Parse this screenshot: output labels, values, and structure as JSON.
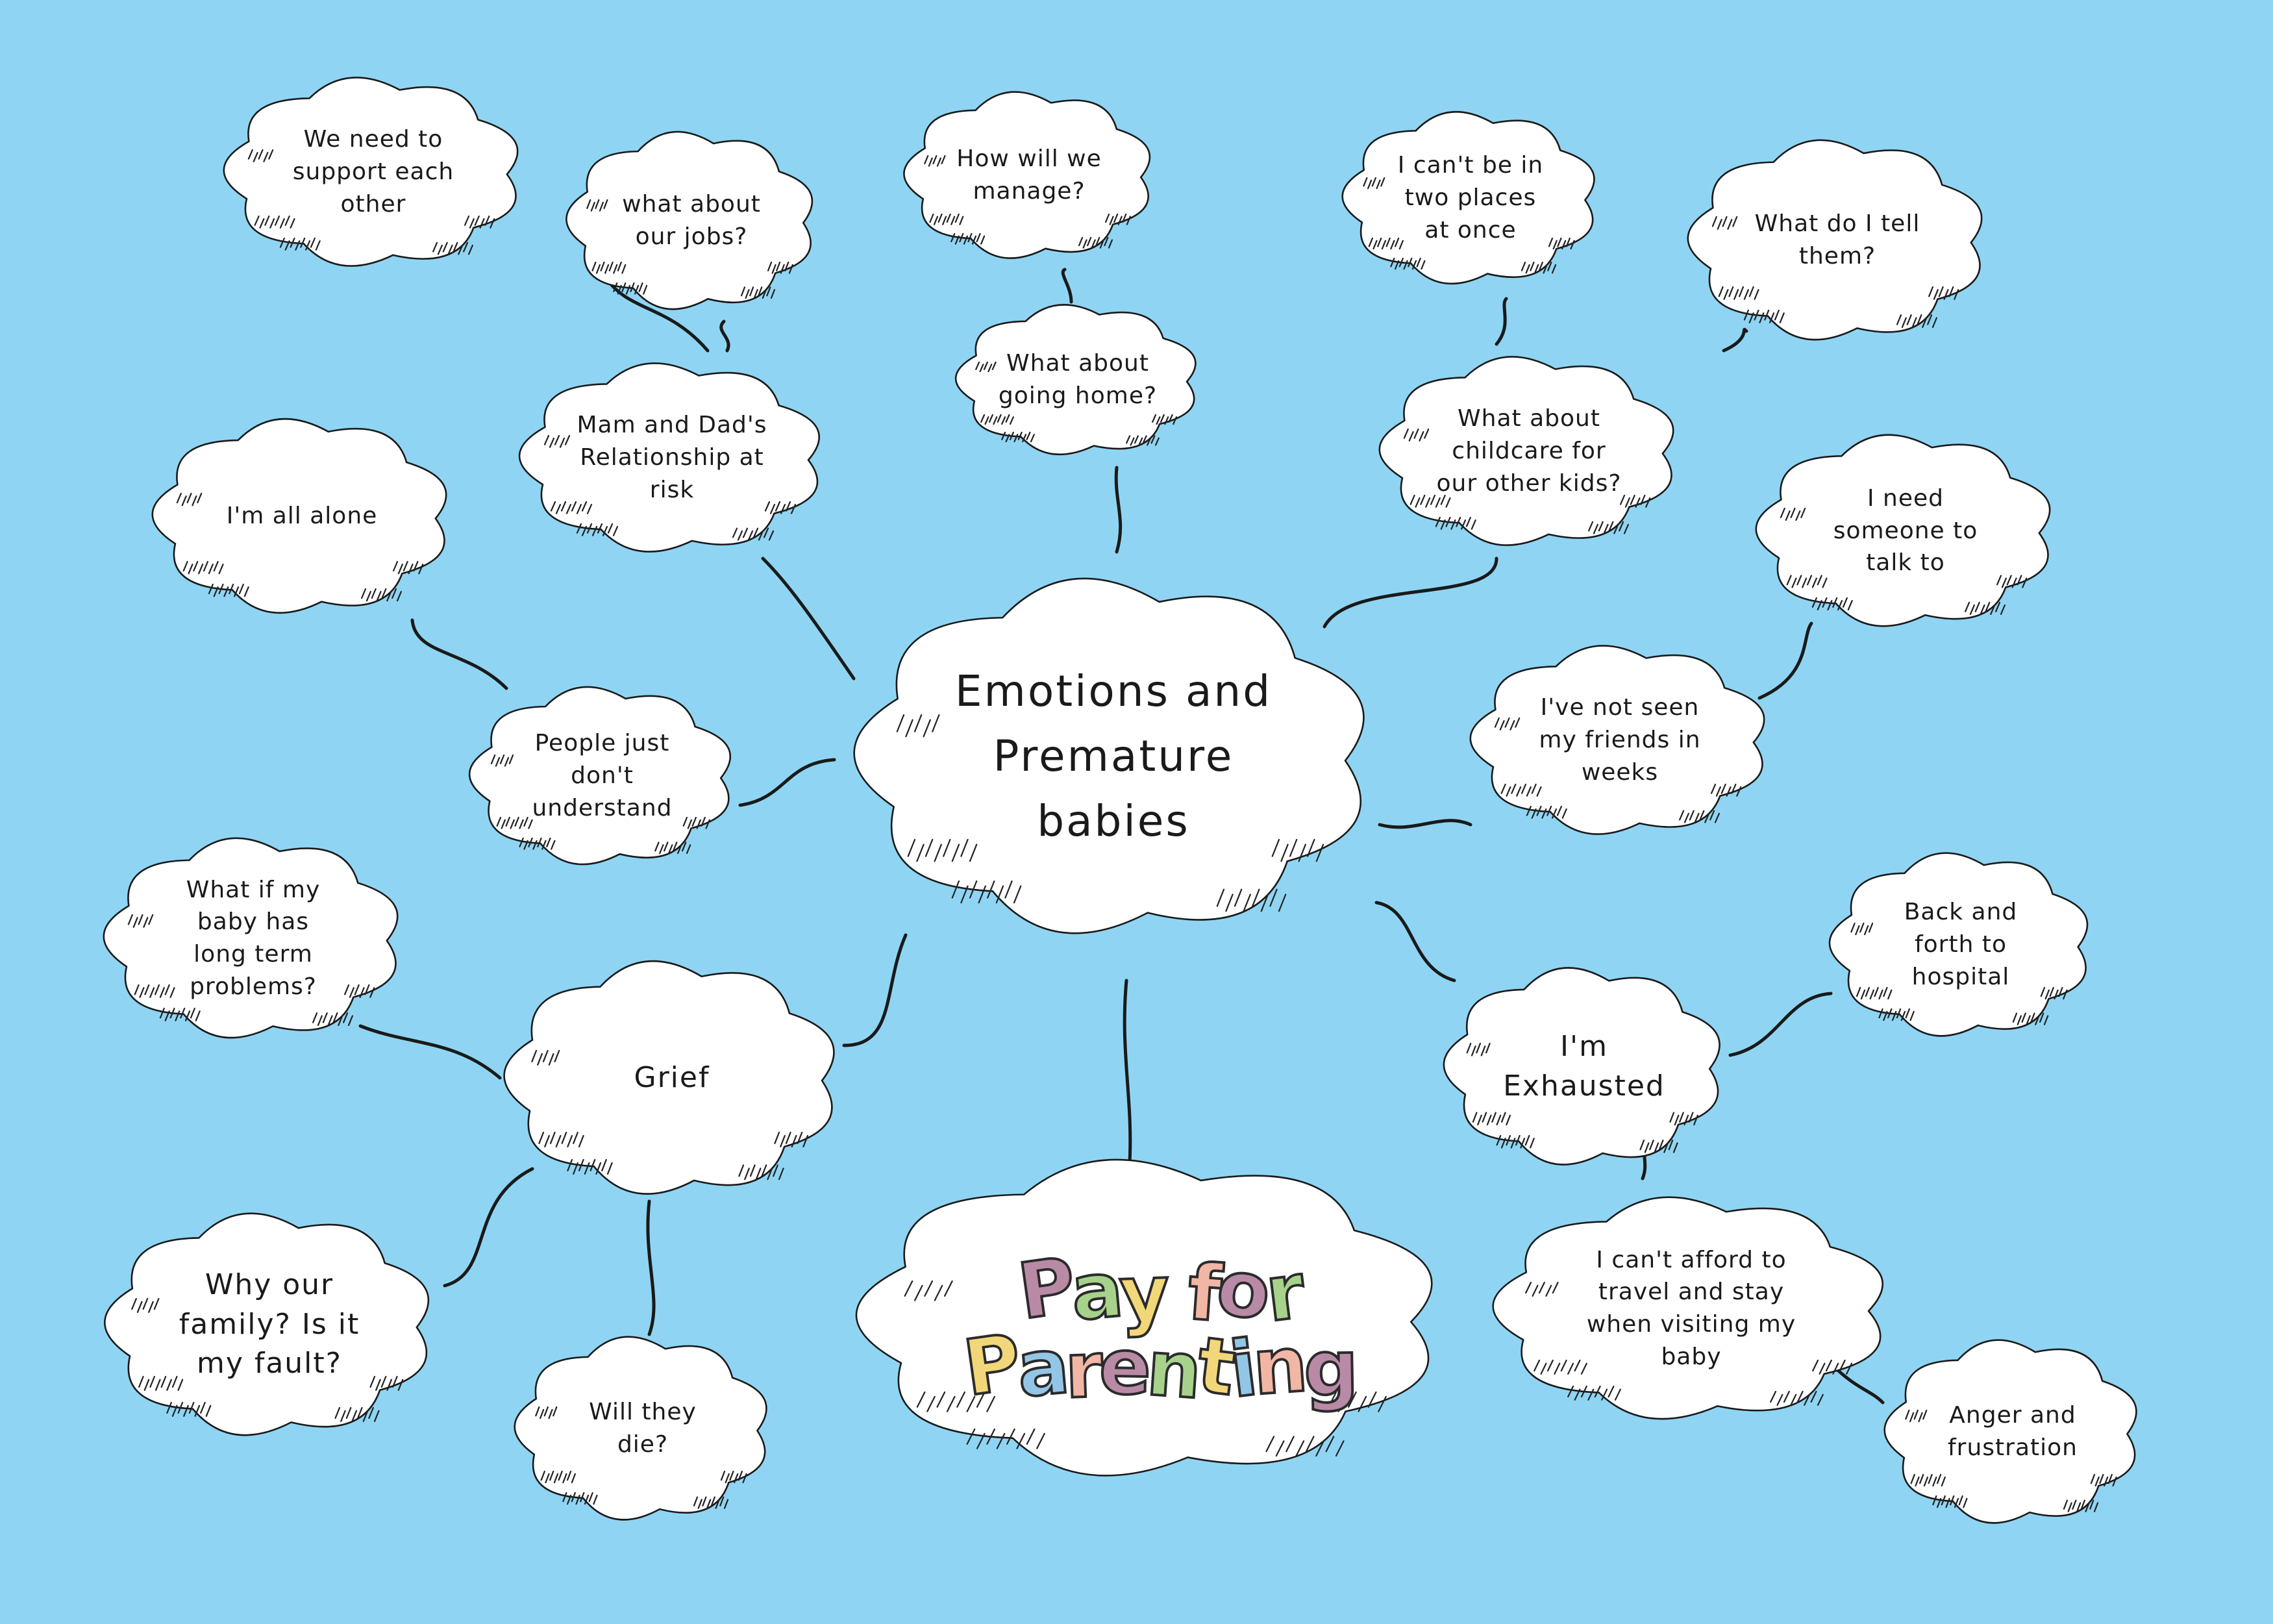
{
  "diagram": {
    "center": "Emotions and\nPremature\nbabies",
    "logo": {
      "line1": "Pay for",
      "line2": "Parenting"
    },
    "colors": {
      "background": "#8fd5f3",
      "cloud_fill": "#ffffff",
      "outline": "#1a1a1a",
      "logo_letters": [
        "#b98aa6",
        "#a7d28c",
        "#f2d77a",
        "#93c6e6",
        "#f2b6a4"
      ]
    },
    "nodes": {
      "support_each_other": "We need to\nsupport each\nother",
      "our_jobs": "what about\nour jobs?",
      "how_manage": "How will we\nmanage?",
      "two_places": "I can't be in\ntwo places\nat once",
      "tell_them": "What do I tell\nthem?",
      "relationship": "Mam and Dad's\nRelationship at\nrisk",
      "going_home": "What about\ngoing home?",
      "childcare": "What about\nchildcare for\nour other kids?",
      "all_alone": "I'm all alone",
      "need_someone": "I need\nsomeone to\ntalk to",
      "not_understand": "People just\ndon't\nunderstand",
      "not_seen_friends": "I've not seen\nmy friends in\nweeks",
      "long_term": "What if my\nbaby has\nlong term\nproblems?",
      "back_forth": "Back and\nforth to\nhospital",
      "grief": "Grief",
      "exhausted": "I'm\nExhausted",
      "why_family": "Why our\nfamily? Is it\nmy fault?",
      "cant_afford": "I can't afford to\ntravel and stay\nwhen visiting my\nbaby",
      "will_die": "Will they\ndie?",
      "anger": "Anger and\nfrustration"
    }
  }
}
